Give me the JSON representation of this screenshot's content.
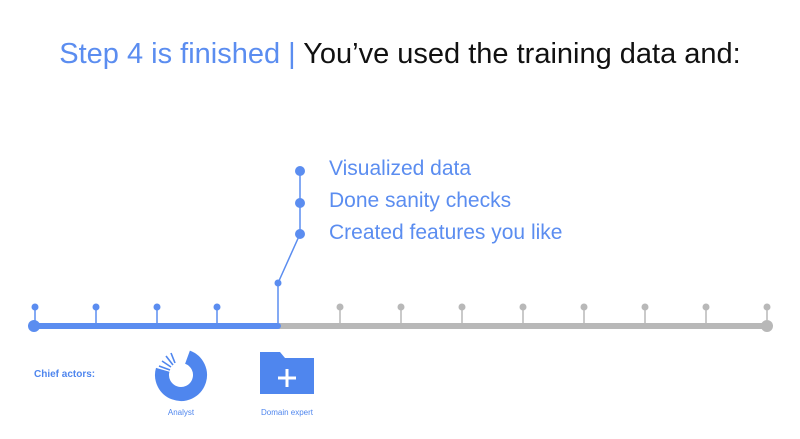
{
  "title": {
    "highlight": "Step 4 is finished",
    "separator": " | ",
    "rest": "You’ve used the training data and:"
  },
  "annotations": [
    "Visualized data",
    "Done sanity checks",
    "Created features you like"
  ],
  "timeline": {
    "total_ticks": 13,
    "completed_ticks": 4,
    "active_color": "#5b8df0",
    "inactive_color": "#b8b8b8"
  },
  "actors": {
    "heading": "Chief actors:",
    "items": [
      {
        "label": "Analyst",
        "icon": "donut-chart-icon"
      },
      {
        "label": "Domain expert",
        "icon": "folder-plus-icon"
      }
    ]
  },
  "colors": {
    "accent": "#5b8df0",
    "text_dark": "#111111",
    "track_gray": "#b8b8b8"
  }
}
